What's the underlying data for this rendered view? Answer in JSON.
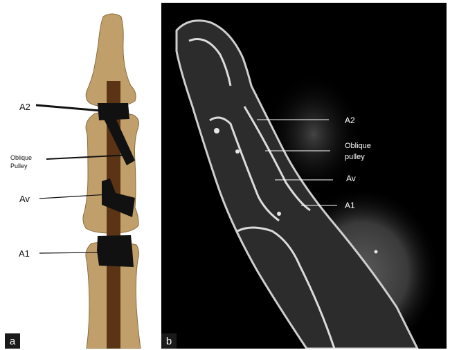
{
  "panel_a": {
    "letter": "a",
    "labels": {
      "a2": "A2",
      "oblique_line1": "Oblique",
      "oblique_line2": "Pulley",
      "av": "Av",
      "a1": "A1"
    },
    "colors": {
      "bone": "#c19f6b",
      "tendon": "#5b3415",
      "pulley": "#111111"
    }
  },
  "panel_b": {
    "letter": "b",
    "labels": {
      "a2": "A2",
      "oblique_line1": "Oblique",
      "oblique_line2": "pulley",
      "av": "Av",
      "a1": "A1"
    }
  }
}
